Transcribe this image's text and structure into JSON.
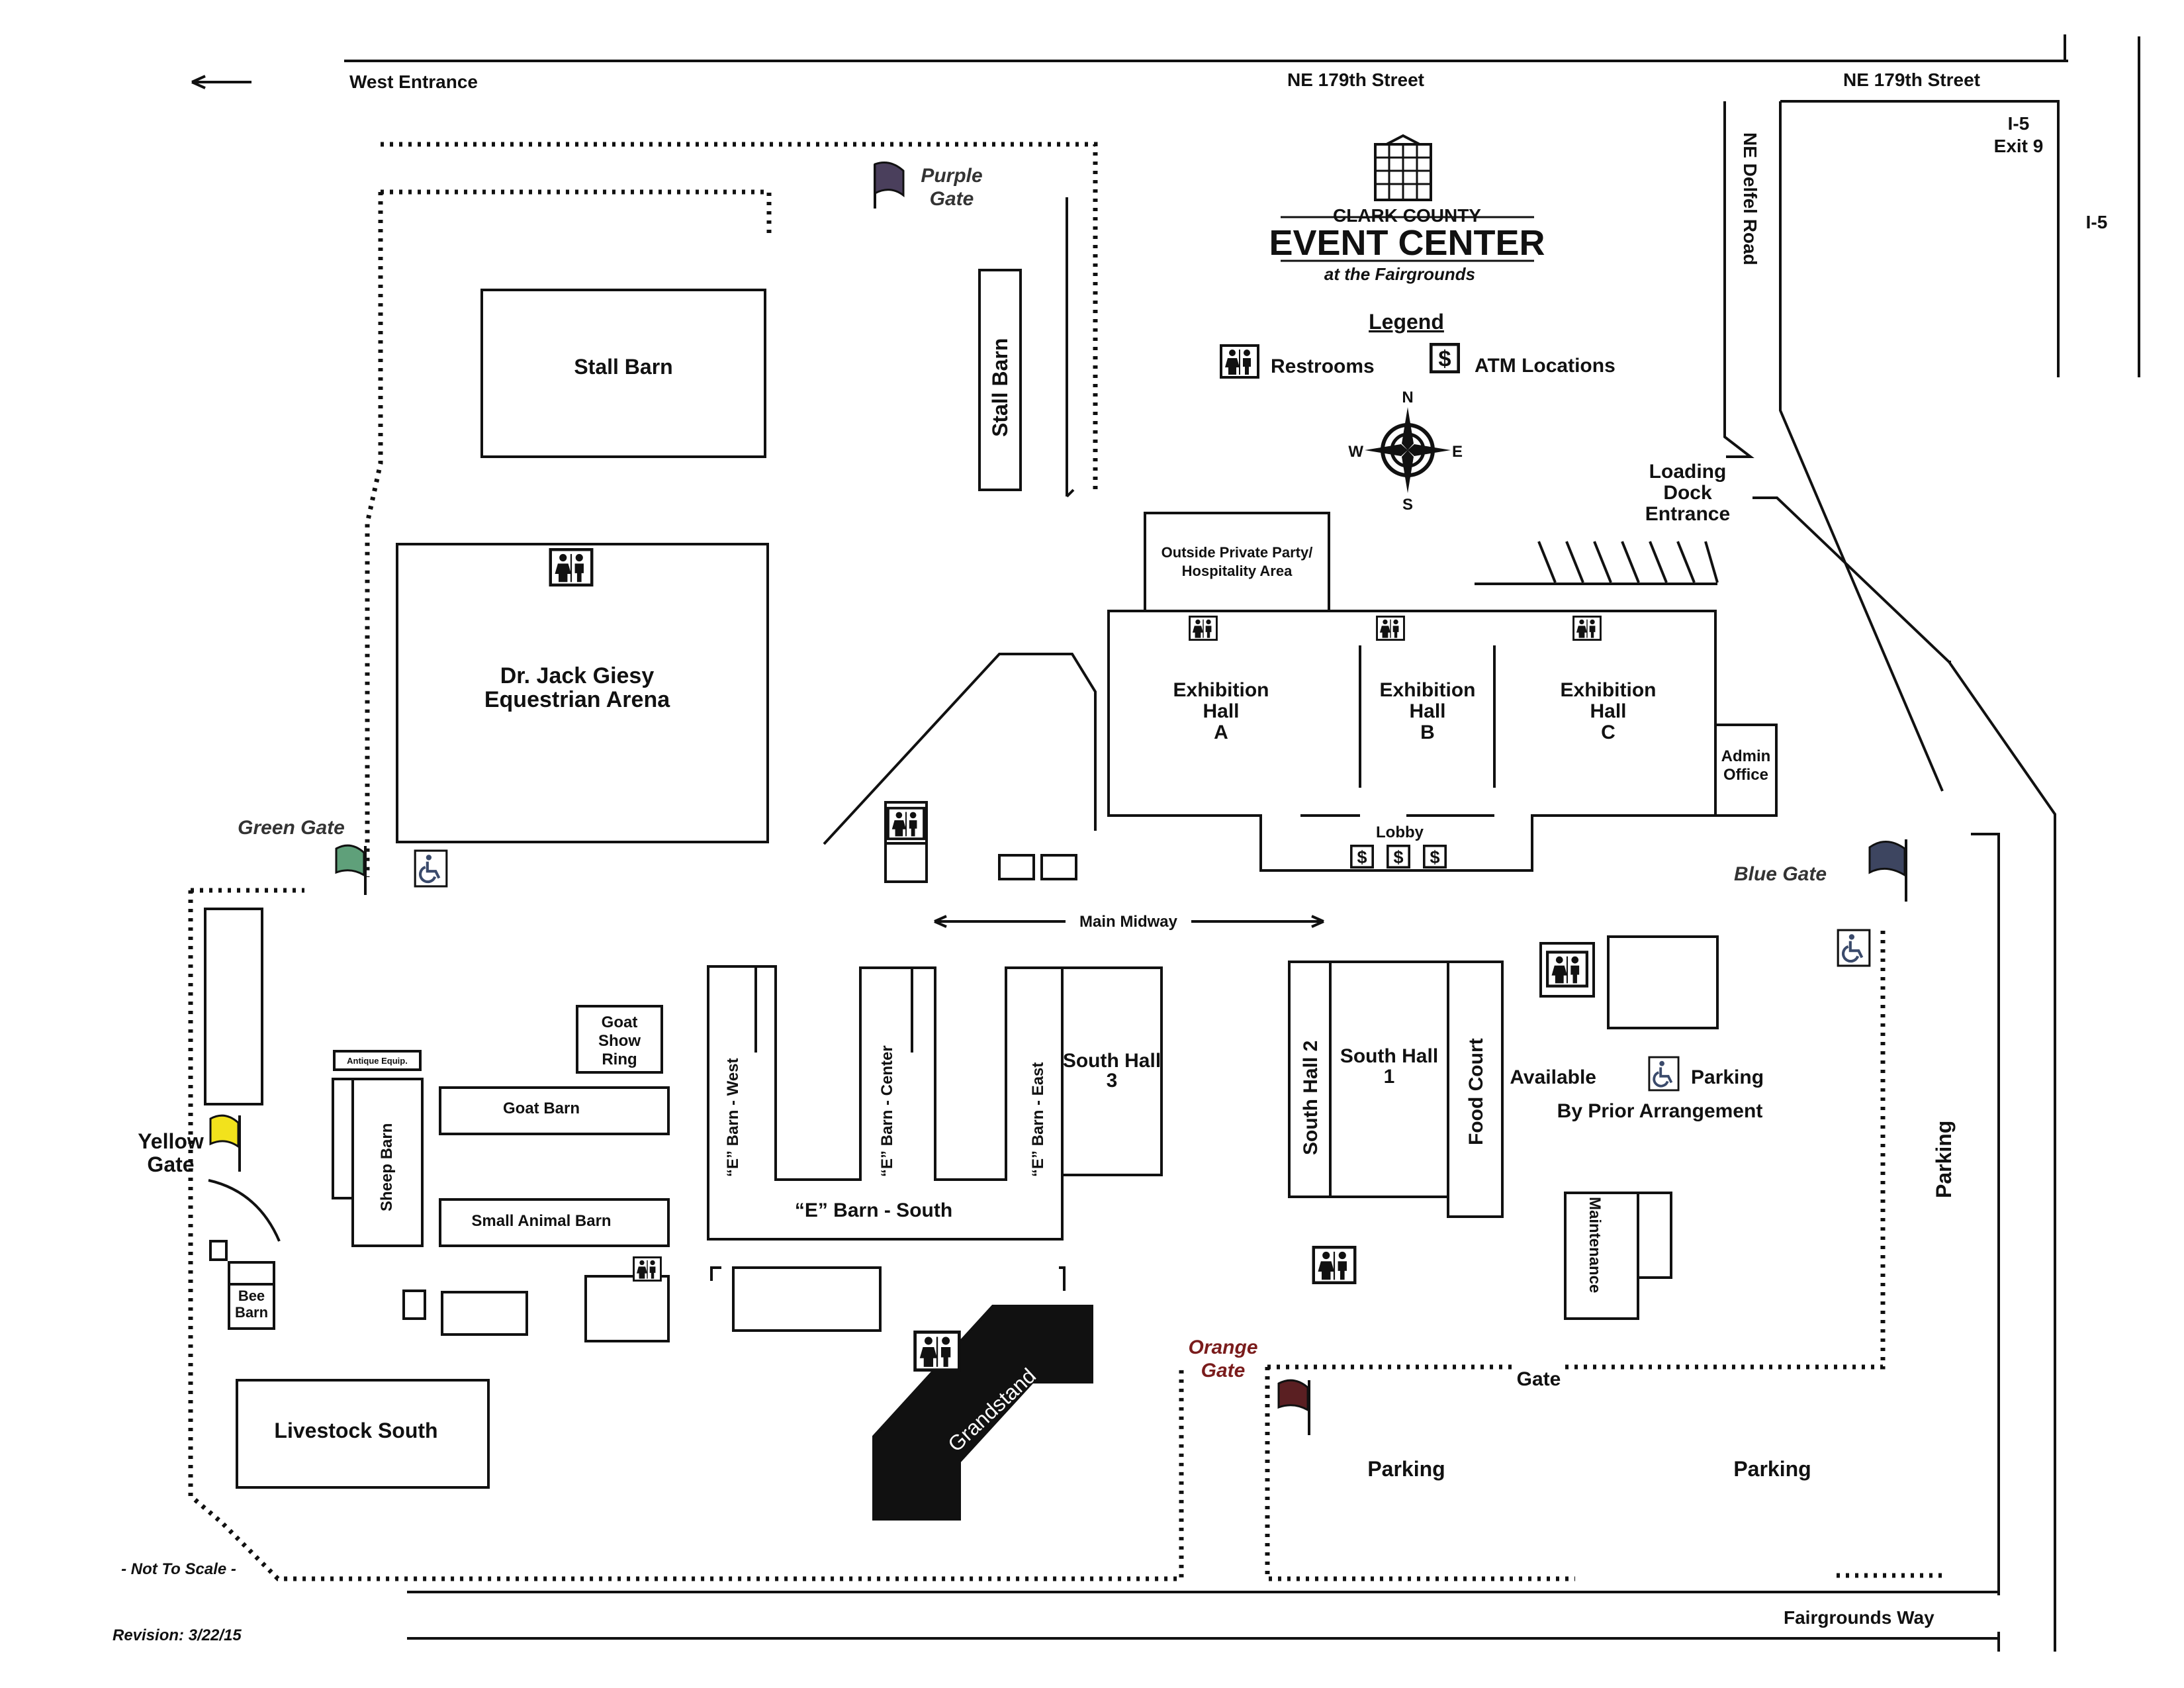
{
  "roads": {
    "west_entrance": "West Entrance",
    "ne179_left": "NE 179th Street",
    "ne179_right": "NE 179th Street",
    "delfel": "NE Delfel Road",
    "i5_exit_line1": "I-5",
    "i5_exit_line2": "Exit 9",
    "i5": "I-5",
    "fairgrounds_way": "Fairgrounds Way"
  },
  "logo": {
    "line1": "CLARK COUNTY",
    "line2": "EVENT CENTER",
    "line3": "at the Fairgrounds"
  },
  "legend": {
    "title": "Legend",
    "restrooms": "Restrooms",
    "atm": "ATM Locations",
    "atm_symbol": "$"
  },
  "compass": {
    "n": "N",
    "s": "S",
    "e": "E",
    "w": "W"
  },
  "gates": {
    "purple_line1": "Purple",
    "purple_line2": "Gate",
    "purple_color": "#4a3f5c",
    "green": "Green Gate",
    "green_color": "#5fa07a",
    "yellow_line1": "Yellow",
    "yellow_line2": "Gate",
    "yellow_color": "#f2e21c",
    "blue": "Blue Gate",
    "blue_color": "#3d4560",
    "orange_line1": "Orange",
    "orange_line2": "Gate",
    "orange_color": "#5a1f22",
    "orange_text_color": "#7a1c1c",
    "plain": "Gate"
  },
  "loading_dock": {
    "line1": "Loading",
    "line2": "Dock",
    "line3": "Entrance"
  },
  "buildings": {
    "stall_barn_1": "Stall Barn",
    "stall_barn_2": "Stall Barn",
    "arena_line1": "Dr. Jack Giesy",
    "arena_line2": "Equestrian Arena",
    "outside_party_line1": "Outside Private Party/",
    "outside_party_line2": "Hospitality Area",
    "hall_a": [
      "Exhibition",
      "Hall",
      "A"
    ],
    "hall_b": [
      "Exhibition",
      "Hall",
      "B"
    ],
    "hall_c": [
      "Exhibition",
      "Hall",
      "C"
    ],
    "admin_line1": "Admin",
    "admin_line2": "Office",
    "lobby": "Lobby",
    "main_midway": "Main Midway",
    "goat_show_ring": [
      "Goat",
      "Show",
      "Ring"
    ],
    "antique_equip": "Antique Equip.",
    "goat_barn": "Goat Barn",
    "sheep_barn": "Sheep Barn",
    "small_animal_barn": "Small Animal Barn",
    "bee_barn_line1": "Bee",
    "bee_barn_line2": "Barn",
    "livestock_south": "Livestock South",
    "e_barn_west": "“E” Barn - West",
    "e_barn_center": "“E” Barn - Center",
    "e_barn_east": "“E” Barn - East",
    "e_barn_south": "“E” Barn - South",
    "south_hall_3_line1": "South Hall",
    "south_hall_3_line2": "3",
    "south_hall_2": "South Hall 2",
    "south_hall_1_line1": "South Hall",
    "south_hall_1_line2": "1",
    "food_court": "Food Court",
    "maintenance": "Maintenance",
    "grandstand": "Grandstand"
  },
  "parking": {
    "available": "Available",
    "parking_word": "Parking",
    "by_prior": "By Prior Arrangement",
    "lot_left": "Parking",
    "lot_right": "Parking",
    "east": "Parking"
  },
  "footer": {
    "not_to_scale": "- Not To Scale -",
    "revision": "Revision: 3/22/15"
  }
}
